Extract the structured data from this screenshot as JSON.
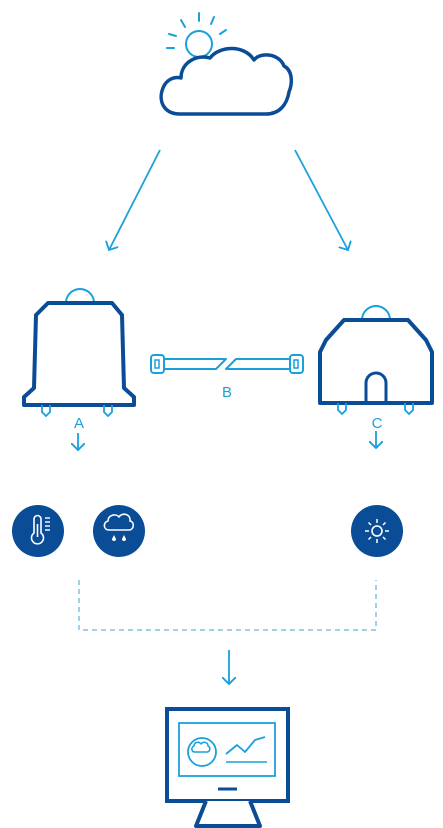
{
  "labels": {
    "a": "A",
    "b": "B",
    "c": "C"
  },
  "colors": {
    "dark_blue": "#0a4c95",
    "light_blue": "#1aa0dc",
    "dashed": "#7cc4e8",
    "background": "#ffffff"
  },
  "icons": [
    "sun-icon",
    "cloud-icon",
    "sensor-a-icon",
    "sensor-c-icon",
    "cable-icon",
    "thermometer-icon",
    "rain-cloud-icon",
    "sun-small-icon",
    "monitor-icon",
    "chart-icon",
    "gauge-icon"
  ]
}
